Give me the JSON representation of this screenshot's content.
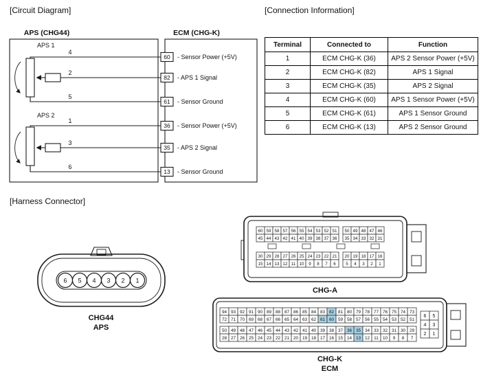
{
  "sections": {
    "circuit_label": "[Circuit Diagram]",
    "connection_label": "[Connection Information]",
    "harness_label": "[Harness Connector]"
  },
  "circuit": {
    "aps_title": "APS (CHG44)",
    "ecm_title": "ECM (CHG-K)",
    "sensors": [
      {
        "name": "APS 1"
      },
      {
        "name": "APS 2"
      }
    ],
    "rows": [
      {
        "aps_pin": "4",
        "ecm_pin": "60",
        "function": "- Sensor Power (+5V)"
      },
      {
        "aps_pin": "2",
        "ecm_pin": "82",
        "function": "- APS 1 Signal"
      },
      {
        "aps_pin": "5",
        "ecm_pin": "61",
        "function": "- Sensor Ground"
      },
      {
        "aps_pin": "1",
        "ecm_pin": "36",
        "function": "- Sensor Power (+5V)"
      },
      {
        "aps_pin": "3",
        "ecm_pin": "35",
        "function": "- APS 2 Signal"
      },
      {
        "aps_pin": "6",
        "ecm_pin": "13",
        "function": "- Sensor Ground"
      }
    ]
  },
  "connection_info": {
    "headers": [
      "Terminal",
      "Connected to",
      "Function"
    ],
    "rows": [
      [
        "1",
        "ECM CHG-K (36)",
        "APS 2 Sensor Power (+5V)"
      ],
      [
        "2",
        "ECM CHG-K (82)",
        "APS 1 Signal"
      ],
      [
        "3",
        "ECM CHG-K (35)",
        "APS 2 Signal"
      ],
      [
        "4",
        "ECM CHG-K (60)",
        "APS 1 Sensor Power (+5V)"
      ],
      [
        "5",
        "ECM CHG-K (61)",
        "APS 1 Sensor Ground"
      ],
      [
        "6",
        "ECM CHG-K (13)",
        "APS 2 Sensor Ground"
      ]
    ]
  },
  "harness": {
    "chg44": {
      "name": "CHG44",
      "sub": "APS",
      "pins": [
        "6",
        "5",
        "4",
        "3",
        "2",
        "1"
      ]
    },
    "chg_a": {
      "name": "CHG-A",
      "gap_after": 10,
      "rows": [
        [
          "60",
          "59",
          "58",
          "57",
          "56",
          "55",
          "54",
          "53",
          "52",
          "51",
          "50",
          "49",
          "48",
          "47",
          "46"
        ],
        [
          "45",
          "44",
          "43",
          "42",
          "41",
          "40",
          "39",
          "38",
          "37",
          "36",
          "35",
          "34",
          "33",
          "32",
          "31"
        ],
        [
          "30",
          "29",
          "28",
          "27",
          "26",
          "25",
          "24",
          "23",
          "22",
          "21",
          "20",
          "19",
          "18",
          "17",
          "16"
        ],
        [
          "15",
          "14",
          "13",
          "12",
          "11",
          "10",
          "9",
          "8",
          "7",
          "6",
          "5",
          "4",
          "3",
          "2",
          "1"
        ]
      ]
    },
    "chg_k": {
      "name": "CHG-K",
      "sub": "ECM",
      "highlight_color": "#a8d2e4",
      "highlight_pins": [
        "82",
        "61",
        "60",
        "36",
        "35",
        "13"
      ],
      "rows": [
        [
          "94",
          "93",
          "92",
          "91",
          "90",
          "89",
          "88",
          "87",
          "86",
          "85",
          "84",
          "83",
          "82",
          "81",
          "80",
          "79",
          "78",
          "77",
          "76",
          "75",
          "74",
          "73"
        ],
        [
          "72",
          "71",
          "70",
          "69",
          "68",
          "67",
          "66",
          "65",
          "64",
          "63",
          "62",
          "61",
          "60",
          "59",
          "58",
          "57",
          "56",
          "55",
          "54",
          "53",
          "52",
          "51"
        ],
        [
          "50",
          "49",
          "48",
          "47",
          "46",
          "45",
          "44",
          "43",
          "42",
          "41",
          "40",
          "39",
          "38",
          "37",
          "36",
          "35",
          "34",
          "33",
          "32",
          "31",
          "30",
          "29"
        ],
        [
          "28",
          "27",
          "26",
          "25",
          "24",
          "23",
          "22",
          "21",
          "20",
          "19",
          "18",
          "17",
          "16",
          "15",
          "14",
          "13",
          "12",
          "11",
          "10",
          "9",
          "8",
          "7"
        ]
      ],
      "side_rows": [
        [
          "6",
          "5"
        ],
        [
          "4",
          "3"
        ],
        [
          "2",
          "1"
        ]
      ]
    }
  }
}
